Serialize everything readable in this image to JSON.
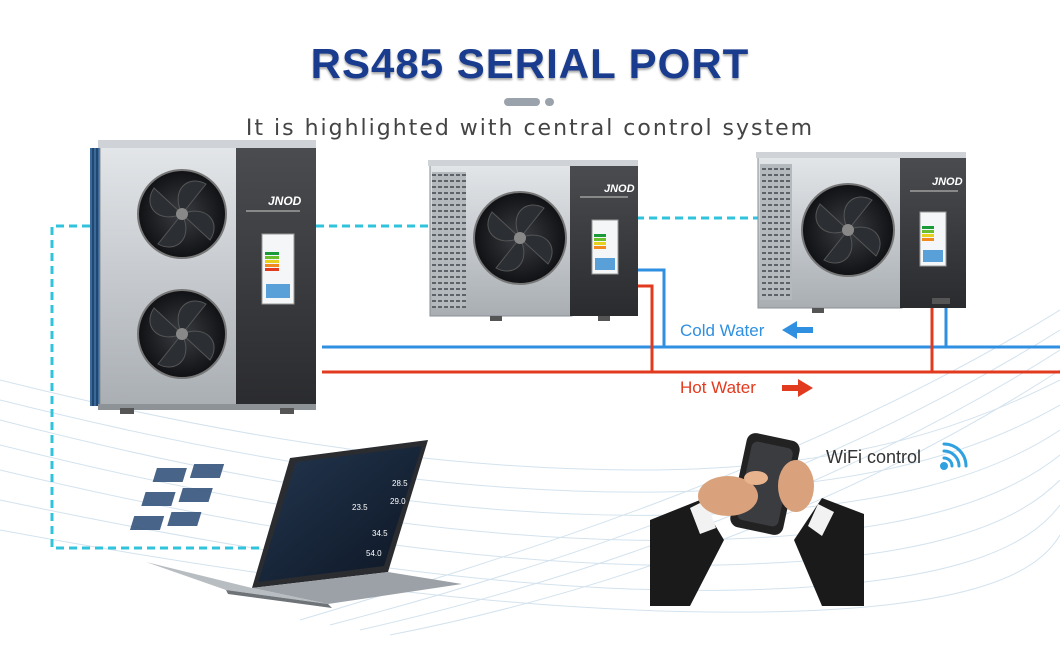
{
  "title": "RS485 SERIAL PORT",
  "subtitle": "It is highlighted with central control system",
  "legend": {
    "cold_water": "Cold Water",
    "hot_water": "Hot Water"
  },
  "wifi_label": "WiFi control",
  "brand_text": "JNOD",
  "laptop_readings": [
    "28.5",
    "29.0",
    "23.5",
    "34.5",
    "54.0"
  ],
  "colors": {
    "title": "#1a3c8f",
    "cold_pipe": "#2f8fe0",
    "hot_pipe": "#e23a1e",
    "rs485_link": "#2fc4dc",
    "unit_body": "#c9cdd1",
    "unit_panel": "#3a3c40"
  },
  "icons": [
    "fan-icon",
    "arrow-left-icon",
    "arrow-right-icon",
    "wifi-icon",
    "phone-icon",
    "laptop-icon"
  ]
}
